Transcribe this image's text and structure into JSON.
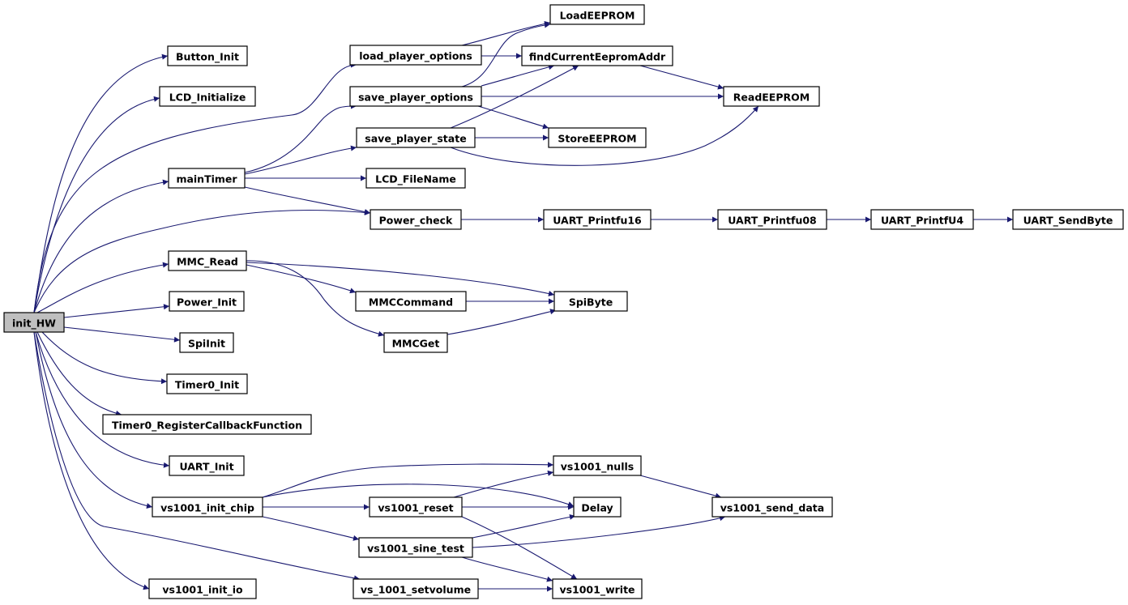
{
  "colors": {
    "edge": "#191970",
    "root_fill": "#bfbfbf",
    "node_fill": "#ffffff",
    "node_stroke": "#000000"
  },
  "graph": {
    "root": "init_HW",
    "nodes": [
      {
        "id": "init_HW",
        "label": "init_HW"
      },
      {
        "id": "Button_Init",
        "label": "Button_Init"
      },
      {
        "id": "LCD_Initialize",
        "label": "LCD_Initialize"
      },
      {
        "id": "mainTimer",
        "label": "mainTimer"
      },
      {
        "id": "MMC_Read",
        "label": "MMC_Read"
      },
      {
        "id": "Power_Init",
        "label": "Power_Init"
      },
      {
        "id": "SpiInit",
        "label": "SpiInit"
      },
      {
        "id": "Timer0_Init",
        "label": "Timer0_Init"
      },
      {
        "id": "Timer0_RegisterCallbackFunction",
        "label": "Timer0_RegisterCallbackFunction"
      },
      {
        "id": "UART_Init",
        "label": "UART_Init"
      },
      {
        "id": "vs1001_init_chip",
        "label": "vs1001_init_chip"
      },
      {
        "id": "vs1001_init_io",
        "label": "vs1001_init_io"
      },
      {
        "id": "load_player_options",
        "label": "load_player_options"
      },
      {
        "id": "save_player_options",
        "label": "save_player_options"
      },
      {
        "id": "save_player_state",
        "label": "save_player_state"
      },
      {
        "id": "LCD_FileName",
        "label": "LCD_FileName"
      },
      {
        "id": "Power_check",
        "label": "Power_check"
      },
      {
        "id": "MMCCommand",
        "label": "MMCCommand"
      },
      {
        "id": "MMCGet",
        "label": "MMCGet"
      },
      {
        "id": "vs1001_reset",
        "label": "vs1001_reset"
      },
      {
        "id": "vs1001_sine_test",
        "label": "vs1001_sine_test"
      },
      {
        "id": "vs_1001_setvolume",
        "label": "vs_1001_setvolume"
      },
      {
        "id": "LoadEEPROM",
        "label": "LoadEEPROM"
      },
      {
        "id": "findCurrentEepromAddr",
        "label": "findCurrentEepromAddr"
      },
      {
        "id": "StoreEEPROM",
        "label": "StoreEEPROM"
      },
      {
        "id": "UART_Printfu16",
        "label": "UART_Printfu16"
      },
      {
        "id": "SpiByte",
        "label": "SpiByte"
      },
      {
        "id": "vs1001_nulls",
        "label": "vs1001_nulls"
      },
      {
        "id": "Delay",
        "label": "Delay"
      },
      {
        "id": "vs1001_write",
        "label": "vs1001_write"
      },
      {
        "id": "ReadEEPROM",
        "label": "ReadEEPROM"
      },
      {
        "id": "UART_Printfu08",
        "label": "UART_Printfu08"
      },
      {
        "id": "vs1001_send_data",
        "label": "vs1001_send_data"
      },
      {
        "id": "UART_PrintfU4",
        "label": "UART_PrintfU4"
      },
      {
        "id": "UART_SendByte",
        "label": "UART_SendByte"
      }
    ],
    "edges": [
      [
        "init_HW",
        "Button_Init"
      ],
      [
        "init_HW",
        "LCD_Initialize"
      ],
      [
        "init_HW",
        "load_player_options"
      ],
      [
        "init_HW",
        "mainTimer"
      ],
      [
        "init_HW",
        "Power_check"
      ],
      [
        "init_HW",
        "MMC_Read"
      ],
      [
        "init_HW",
        "Power_Init"
      ],
      [
        "init_HW",
        "SpiInit"
      ],
      [
        "init_HW",
        "Timer0_Init"
      ],
      [
        "init_HW",
        "Timer0_RegisterCallbackFunction"
      ],
      [
        "init_HW",
        "UART_Init"
      ],
      [
        "init_HW",
        "vs1001_init_chip"
      ],
      [
        "init_HW",
        "vs_1001_setvolume"
      ],
      [
        "init_HW",
        "vs1001_init_io"
      ],
      [
        "load_player_options",
        "LoadEEPROM"
      ],
      [
        "load_player_options",
        "findCurrentEepromAddr"
      ],
      [
        "mainTimer",
        "save_player_options"
      ],
      [
        "mainTimer",
        "save_player_state"
      ],
      [
        "mainTimer",
        "LCD_FileName"
      ],
      [
        "mainTimer",
        "Power_check"
      ],
      [
        "save_player_options",
        "LoadEEPROM"
      ],
      [
        "save_player_options",
        "findCurrentEepromAddr"
      ],
      [
        "save_player_options",
        "ReadEEPROM"
      ],
      [
        "save_player_options",
        "StoreEEPROM"
      ],
      [
        "save_player_state",
        "findCurrentEepromAddr"
      ],
      [
        "save_player_state",
        "StoreEEPROM"
      ],
      [
        "save_player_state",
        "ReadEEPROM"
      ],
      [
        "findCurrentEepromAddr",
        "ReadEEPROM"
      ],
      [
        "Power_check",
        "UART_Printfu16"
      ],
      [
        "UART_Printfu16",
        "UART_Printfu08"
      ],
      [
        "UART_Printfu08",
        "UART_PrintfU4"
      ],
      [
        "UART_PrintfU4",
        "UART_SendByte"
      ],
      [
        "MMC_Read",
        "SpiByte"
      ],
      [
        "MMC_Read",
        "MMCCommand"
      ],
      [
        "MMC_Read",
        "MMCGet"
      ],
      [
        "MMCCommand",
        "SpiByte"
      ],
      [
        "MMCGet",
        "SpiByte"
      ],
      [
        "vs1001_init_chip",
        "vs1001_nulls"
      ],
      [
        "vs1001_init_chip",
        "Delay"
      ],
      [
        "vs1001_init_chip",
        "vs1001_reset"
      ],
      [
        "vs1001_init_chip",
        "vs1001_sine_test"
      ],
      [
        "vs1001_reset",
        "vs1001_nulls"
      ],
      [
        "vs1001_reset",
        "Delay"
      ],
      [
        "vs1001_reset",
        "vs1001_write"
      ],
      [
        "vs1001_sine_test",
        "Delay"
      ],
      [
        "vs1001_sine_test",
        "vs1001_send_data"
      ],
      [
        "vs1001_sine_test",
        "vs1001_write"
      ],
      [
        "vs1001_nulls",
        "vs1001_send_data"
      ],
      [
        "vs_1001_setvolume",
        "vs1001_write"
      ]
    ]
  }
}
